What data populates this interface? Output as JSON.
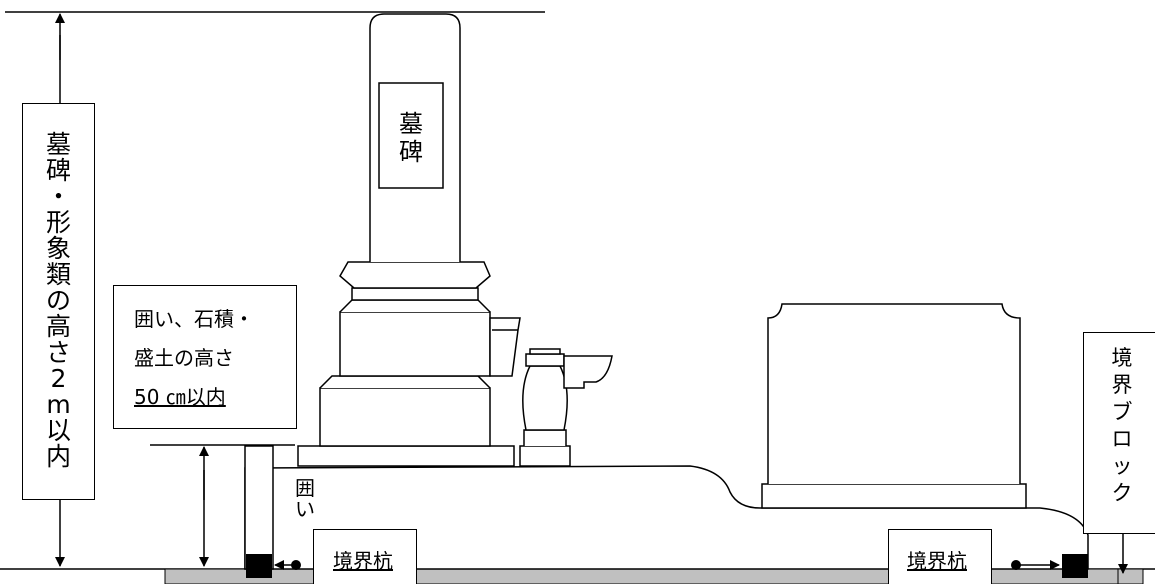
{
  "labels": {
    "monument": "墓碑",
    "height_limit": [
      "墓",
      "碑",
      "・",
      "形",
      "象",
      "類",
      "の",
      "高",
      "さ",
      "2",
      "m",
      "以",
      "内"
    ],
    "fence_box": {
      "line1": "囲い、石積・",
      "line2": "盛土の高さ",
      "line3": "50 ㎝以内"
    },
    "fence": [
      "囲",
      "い"
    ],
    "boundary_stake_left": "境界杭",
    "boundary_stake_right": "境界杭",
    "boundary_block": [
      "境",
      "界",
      "ブ",
      "ロ",
      "ッ",
      "ク"
    ]
  },
  "colors": {
    "ground": "#c0c0c0",
    "line": "#000000",
    "fill": "#ffffff",
    "stake": "#000000"
  }
}
